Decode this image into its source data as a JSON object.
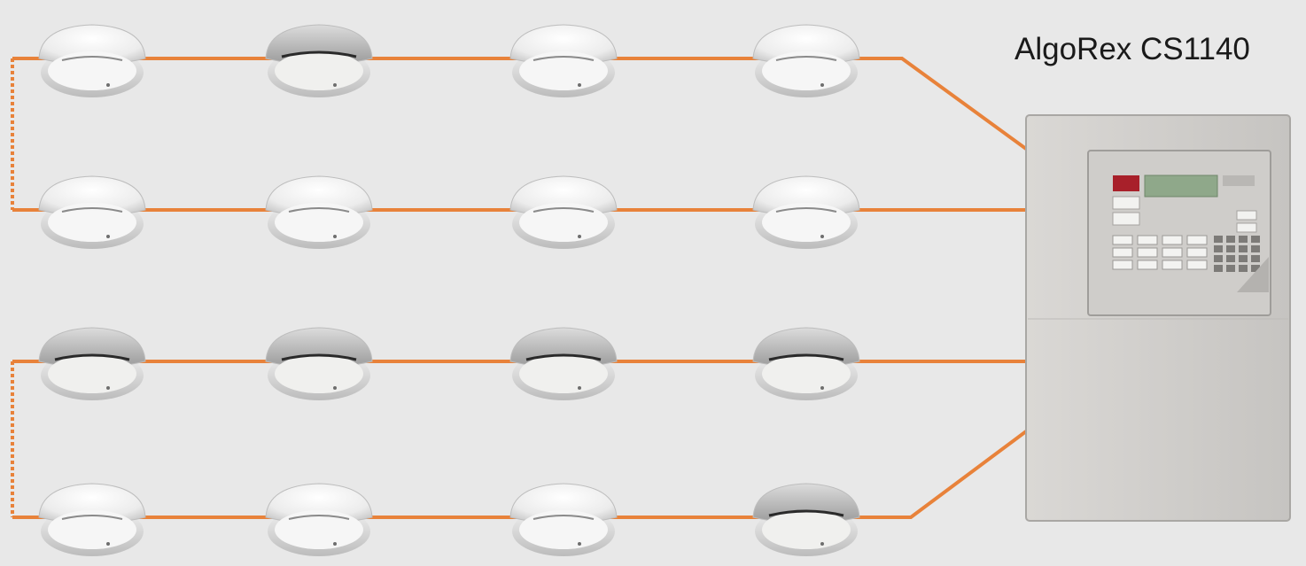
{
  "panel": {
    "title": "AlgoRex CS1140",
    "name": "fire-alarm-control-panel"
  },
  "colors": {
    "background": "#e8e8e8",
    "wire": "#e8823a",
    "detector_body": "#efefef",
    "panel_body": "#d2d0cd",
    "display": "#8fa88a",
    "alarm_indicator": "#a8202a"
  },
  "loops": [
    {
      "name": "loop-1",
      "rows": [
        {
          "name": "row-1",
          "detectors": [
            "flat",
            "domed",
            "flat",
            "flat"
          ]
        },
        {
          "name": "row-2",
          "detectors": [
            "flat",
            "flat",
            "flat",
            "flat"
          ]
        }
      ]
    },
    {
      "name": "loop-2",
      "rows": [
        {
          "name": "row-3",
          "detectors": [
            "domed",
            "domed",
            "domed",
            "domed"
          ]
        },
        {
          "name": "row-4",
          "detectors": [
            "flat",
            "flat",
            "flat",
            "domed"
          ]
        }
      ]
    }
  ]
}
